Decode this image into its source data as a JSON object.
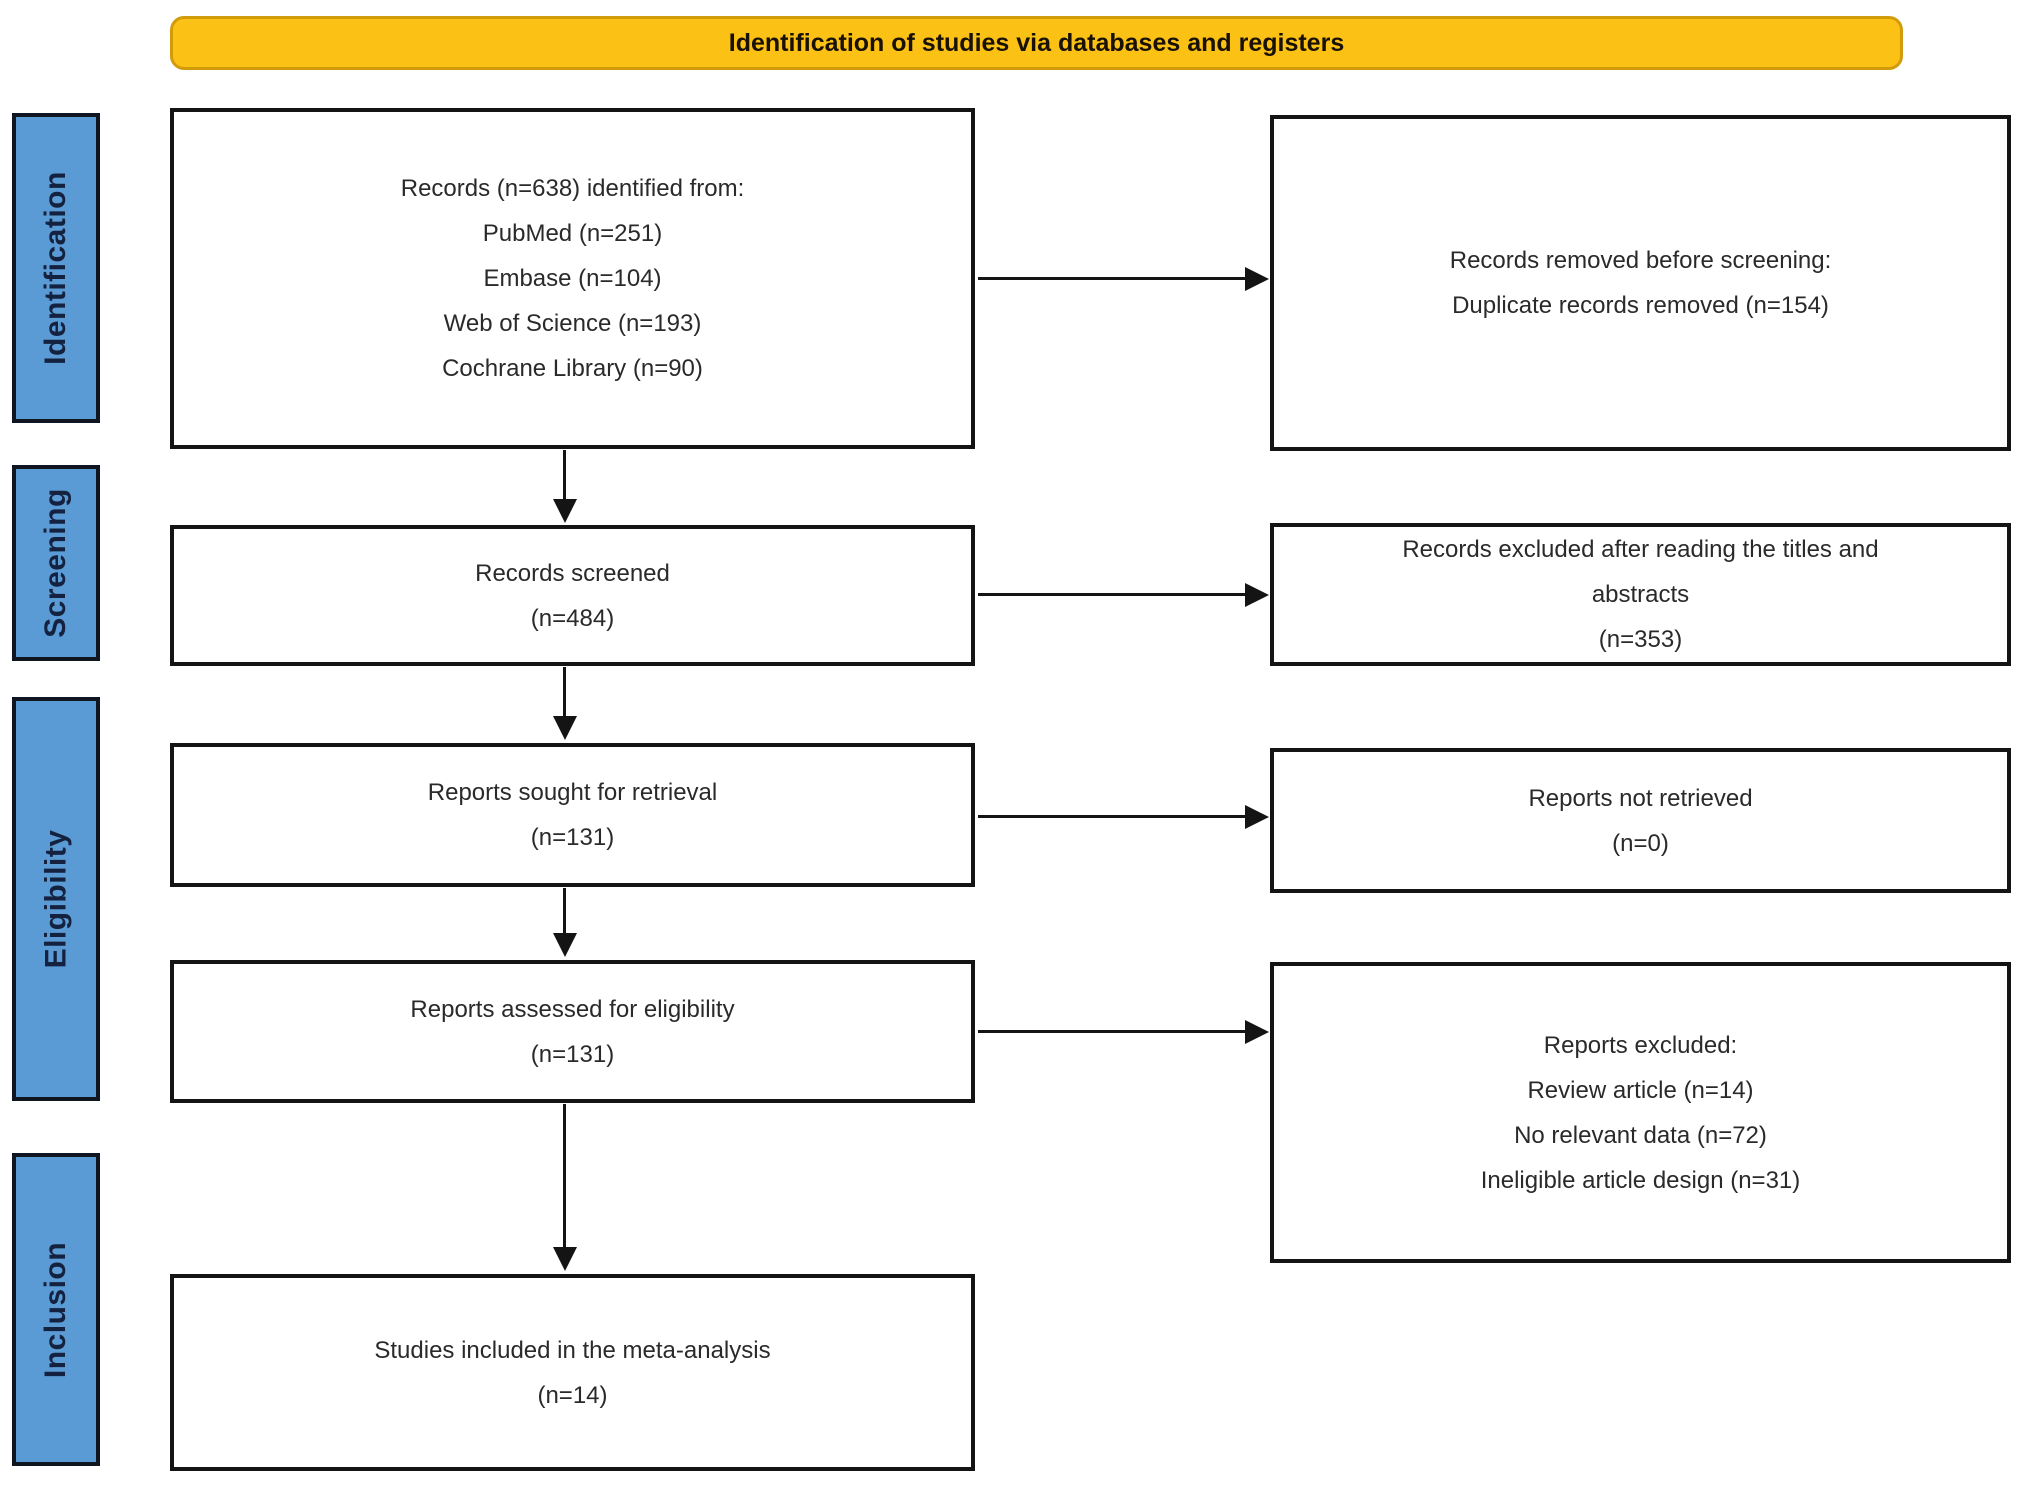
{
  "banner": {
    "title": "Identification of studies via databases and registers"
  },
  "stages": [
    {
      "label": "Identification"
    },
    {
      "label": "Screening"
    },
    {
      "label": "Eligibility"
    },
    {
      "label": "Inclusion"
    }
  ],
  "flow": {
    "left": [
      {
        "lines": [
          "Records (n=638) identified from:",
          "PubMed (n=251)",
          "Embase (n=104)",
          "Web of Science (n=193)",
          "Cochrane Library (n=90)"
        ]
      },
      {
        "lines": [
          "Records screened",
          "(n=484)"
        ]
      },
      {
        "lines": [
          "Reports sought for retrieval",
          "(n=131)"
        ]
      },
      {
        "lines": [
          "Reports assessed for eligibility",
          "(n=131)"
        ]
      },
      {
        "lines": [
          "Studies included in the meta-analysis",
          "(n=14)"
        ]
      }
    ],
    "right": [
      {
        "lines": [
          "Records removed before screening:",
          "Duplicate records removed (n=154)"
        ]
      },
      {
        "lines": [
          "Records excluded after reading the titles and abstracts",
          "(n=353)"
        ]
      },
      {
        "lines": [
          "Reports not retrieved",
          "(n=0)"
        ]
      },
      {
        "lines": [
          "Reports excluded:",
          "Review article (n=14)",
          "No relevant data (n=72)",
          "Ineligible article design (n=31)"
        ]
      }
    ]
  },
  "colors": {
    "banner_fill": "#FCC115",
    "banner_border": "#D29B0B",
    "stage_fill": "#5B9BD5",
    "stage_border": "#10161F",
    "stage_text": "#14223F",
    "box_border": "#141414",
    "box_text": "#2A2A2A",
    "arrow": "#141414"
  }
}
